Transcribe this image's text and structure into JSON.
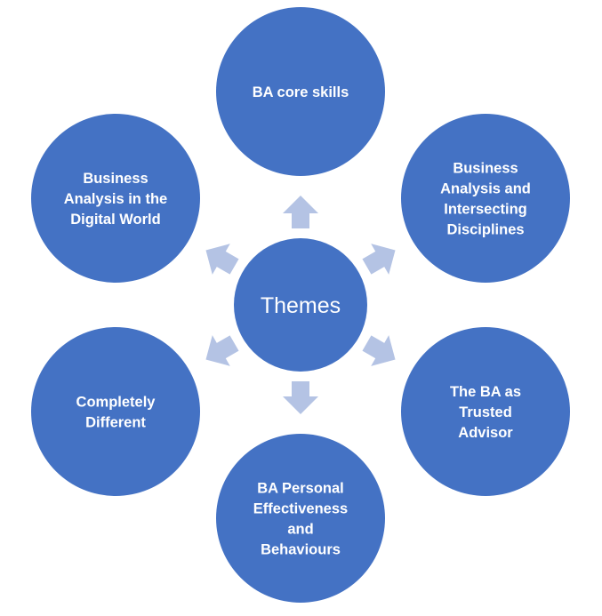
{
  "colors": {
    "node_fill": "#4472c4",
    "arrow_fill": "#b4c3e4",
    "text": "#ffffff",
    "background": "#ffffff"
  },
  "center": {
    "label": "Themes"
  },
  "themes": [
    {
      "id": "core",
      "lines": [
        "BA core skills"
      ]
    },
    {
      "id": "intersecting",
      "lines": [
        "Business",
        "Analysis and",
        "Intersecting",
        "Disciplines"
      ]
    },
    {
      "id": "trusted",
      "lines": [
        "The BA as",
        "Trusted",
        "Advisor"
      ]
    },
    {
      "id": "personal",
      "lines": [
        "BA Personal",
        "Effectiveness",
        "and",
        "Behaviours"
      ]
    },
    {
      "id": "different",
      "lines": [
        "Completely",
        "Different"
      ]
    },
    {
      "id": "digital",
      "lines": [
        "Business",
        "Analysis in the",
        "Digital World"
      ]
    }
  ]
}
